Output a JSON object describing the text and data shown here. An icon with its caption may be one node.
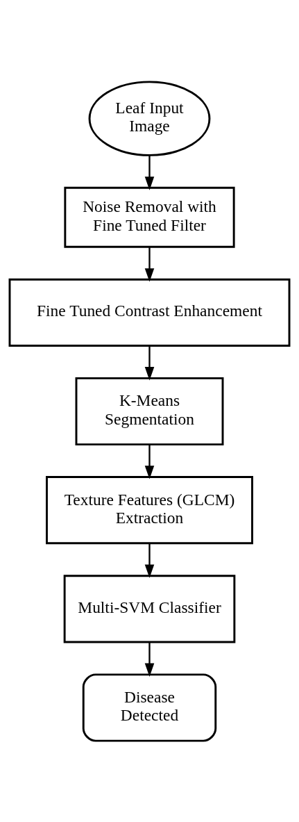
{
  "diagram": {
    "nodes": [
      {
        "text": [
          "Leaf Input Image"
        ]
      },
      {
        "text": [
          "Noise Removal with Fine Tuned Filter"
        ]
      },
      {
        "text": [
          "Fine Tuned Contrast Enhancement"
        ]
      },
      {
        "text": [
          "K-Means Segmentation"
        ]
      },
      {
        "text": [
          "Texture Features (GLCM) Extraction"
        ]
      },
      {
        "text": [
          "Multi-SVM Classifier"
        ]
      },
      {
        "text": [
          "Disease Detected"
        ]
      }
    ],
    "edges": [
      {
        "from": 0,
        "to": 1,
        "arrow": "to"
      },
      {
        "from": 1,
        "to": 2,
        "arrow": "to"
      },
      {
        "from": 2,
        "to": 3,
        "arrow": "to"
      },
      {
        "from": 3,
        "to": 4,
        "arrow": "to"
      },
      {
        "from": 4,
        "to": 5,
        "arrow": "to"
      },
      {
        "from": 5,
        "to": 6,
        "arrow": "to"
      }
    ]
  }
}
